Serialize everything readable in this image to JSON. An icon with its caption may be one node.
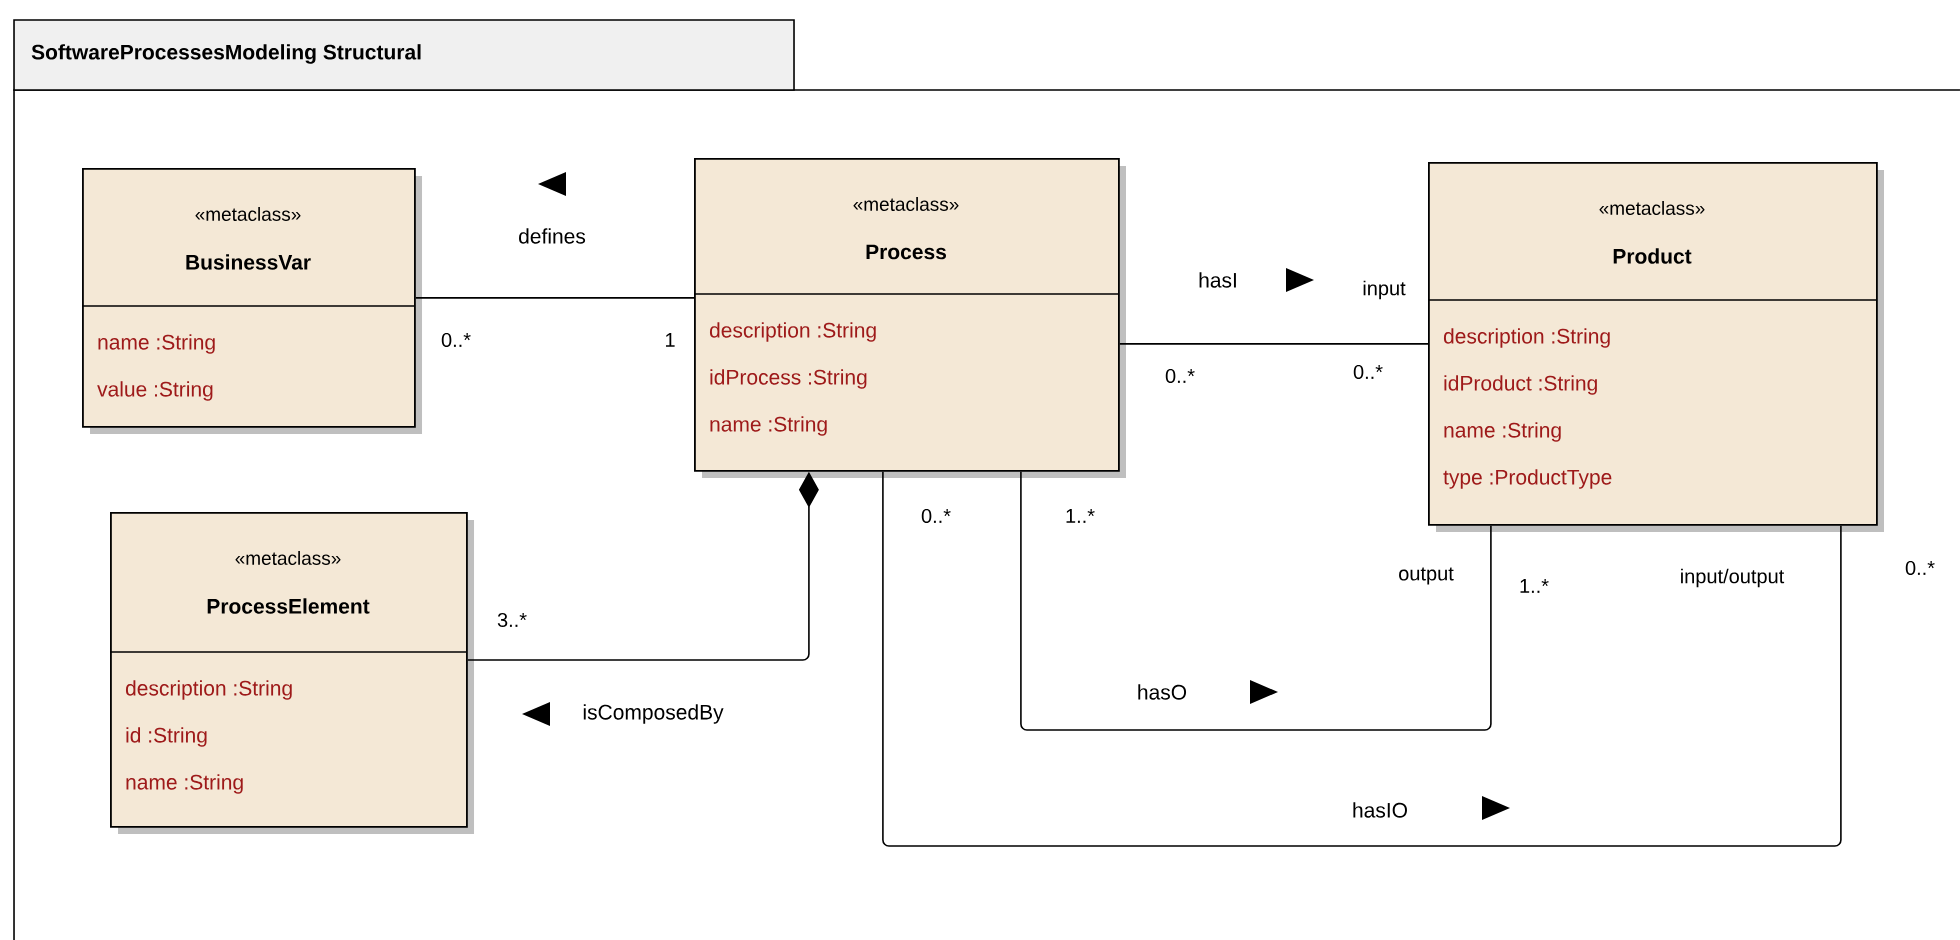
{
  "diagram": {
    "title": "SoftwareProcessesModeling Structural",
    "nodes": [
      {
        "text": [
          "«metaclass»",
          "BusinessVar",
          "name :String",
          "value :String"
        ]
      },
      {
        "text": [
          "«metaclass»",
          "Process",
          "description :String",
          "idProcess :String",
          "name :String"
        ]
      },
      {
        "text": [
          "«metaclass»",
          "Product",
          "description :String",
          "idProduct :String",
          "name :String",
          "type :ProductType"
        ]
      },
      {
        "text": [
          "«metaclass»",
          "ProcessElement",
          "description :String",
          "id :String",
          "name :String"
        ]
      }
    ],
    "edges": [
      {
        "from": 0,
        "to": 1,
        "arrow": "none",
        "label": "defines"
      },
      {
        "from": 1,
        "to": 2,
        "arrow": "none",
        "label": "hasI"
      },
      {
        "from": 1,
        "to": 3,
        "arrow": "other",
        "label": "isComposedBy"
      },
      {
        "from": 1,
        "to": 2,
        "arrow": "none",
        "label": "hasO"
      },
      {
        "from": 1,
        "to": 2,
        "arrow": "none",
        "label": "hasIO"
      }
    ],
    "labels": [
      "0..*",
      "1",
      "input",
      "0..*",
      "0..*",
      "0..*",
      "1..*",
      "3..*",
      "output",
      "1..*",
      "input/output",
      "0..*"
    ]
  }
}
